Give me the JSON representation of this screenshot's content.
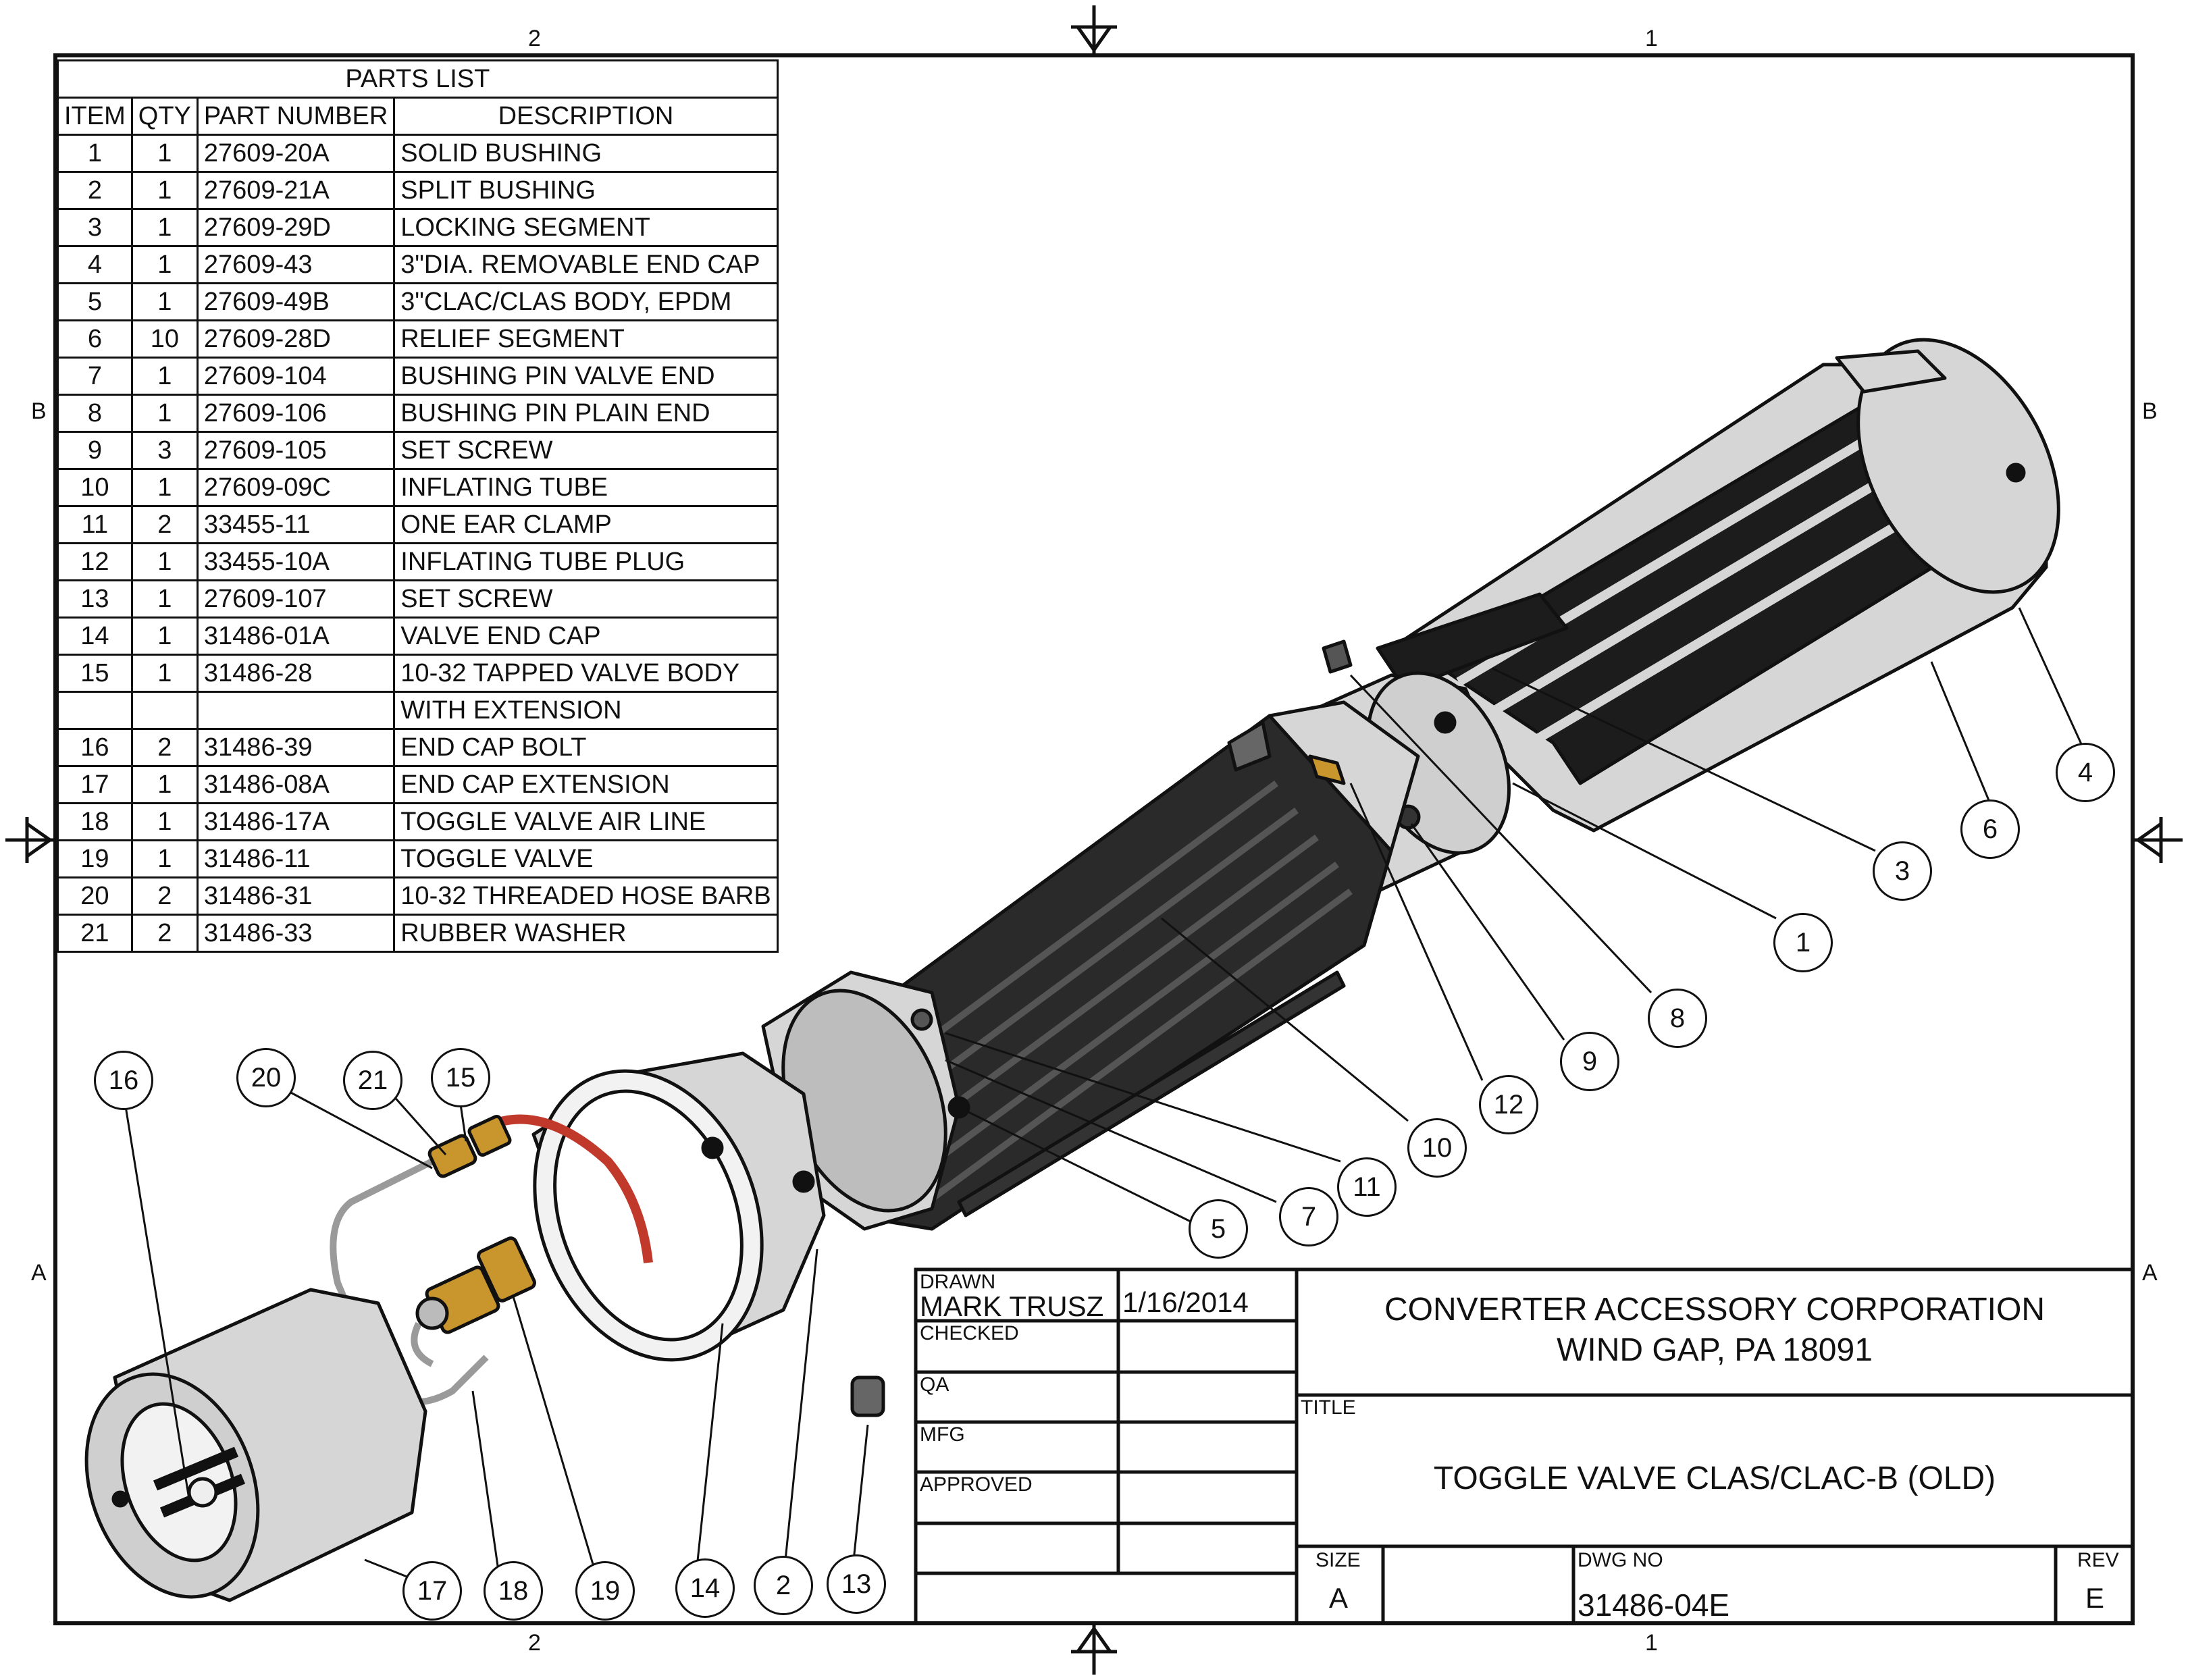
{
  "parts_list": {
    "caption": "PARTS LIST",
    "headers": [
      "ITEM",
      "QTY",
      "PART NUMBER",
      "DESCRIPTION"
    ],
    "rows": [
      [
        "1",
        "1",
        "27609-20A",
        "SOLID BUSHING"
      ],
      [
        "2",
        "1",
        "27609-21A",
        "SPLIT BUSHING"
      ],
      [
        "3",
        "1",
        "27609-29D",
        "LOCKING SEGMENT"
      ],
      [
        "4",
        "1",
        "27609-43",
        "3\"DIA. REMOVABLE END CAP"
      ],
      [
        "5",
        "1",
        "27609-49B",
        "3\"CLAC/CLAS BODY, EPDM"
      ],
      [
        "6",
        "10",
        "27609-28D",
        "RELIEF SEGMENT"
      ],
      [
        "7",
        "1",
        "27609-104",
        "BUSHING PIN VALVE END"
      ],
      [
        "8",
        "1",
        "27609-106",
        "BUSHING PIN PLAIN END"
      ],
      [
        "9",
        "3",
        "27609-105",
        "SET SCREW"
      ],
      [
        "10",
        "1",
        "27609-09C",
        "INFLATING TUBE"
      ],
      [
        "11",
        "2",
        "33455-11",
        "ONE EAR CLAMP"
      ],
      [
        "12",
        "1",
        "33455-10A",
        "INFLATING TUBE PLUG"
      ],
      [
        "13",
        "1",
        "27609-107",
        "SET SCREW"
      ],
      [
        "14",
        "1",
        "31486-01A",
        "VALVE END CAP"
      ],
      [
        "15",
        "1",
        "31486-28",
        "10-32 TAPPED VALVE BODY"
      ],
      [
        "",
        "",
        "",
        "WITH EXTENSION"
      ],
      [
        "16",
        "2",
        "31486-39",
        "END CAP BOLT"
      ],
      [
        "17",
        "1",
        "31486-08A",
        "END CAP EXTENSION"
      ],
      [
        "18",
        "1",
        "31486-17A",
        "TOGGLE VALVE AIR LINE"
      ],
      [
        "19",
        "1",
        "31486-11",
        "TOGGLE VALVE"
      ],
      [
        "20",
        "2",
        "31486-31",
        "10-32 THREADED HOSE BARB"
      ],
      [
        "21",
        "2",
        "31486-33",
        "RUBBER WASHER"
      ]
    ]
  },
  "zones": {
    "top_left": "2",
    "top_right": "1",
    "bottom_left": "2",
    "bottom_right": "1",
    "left_upper": "B",
    "left_lower": "A",
    "right_upper": "B",
    "right_lower": "A"
  },
  "title_block": {
    "drawn_label": "DRAWN",
    "drawn_by": "MARK TRUSZ",
    "drawn_date": "1/16/2014",
    "checked_label": "CHECKED",
    "qa_label": "QA",
    "mfg_label": "MFG",
    "approved_label": "APPROVED",
    "company_line1": "CONVERTER ACCESSORY CORPORATION",
    "company_line2": "WIND GAP, PA  18091",
    "title_label": "TITLE",
    "title": "TOGGLE VALVE CLAS/CLAC-B (OLD)",
    "size_label": "SIZE",
    "size": "A",
    "dwg_no_label": "DWG NO",
    "dwg_no": "31486-04E",
    "rev_label": "REV",
    "rev": "E"
  },
  "balloons": {
    "b1": "1",
    "b2": "2",
    "b3": "3",
    "b4": "4",
    "b5": "5",
    "b6": "6",
    "b7": "7",
    "b8": "8",
    "b9": "9",
    "b10": "10",
    "b11": "11",
    "b12": "12",
    "b13": "13",
    "b14": "14",
    "b15": "15",
    "b16": "16",
    "b17": "17",
    "b18": "18",
    "b19": "19",
    "b20": "20",
    "b21": "21"
  },
  "colors": {
    "ink": "#111111",
    "steel": "#c8c8c8",
    "rubber": "#1a1a1a",
    "brass": "#c9962e",
    "tube": "#c0392b",
    "air_line": "#b0b0b0"
  }
}
